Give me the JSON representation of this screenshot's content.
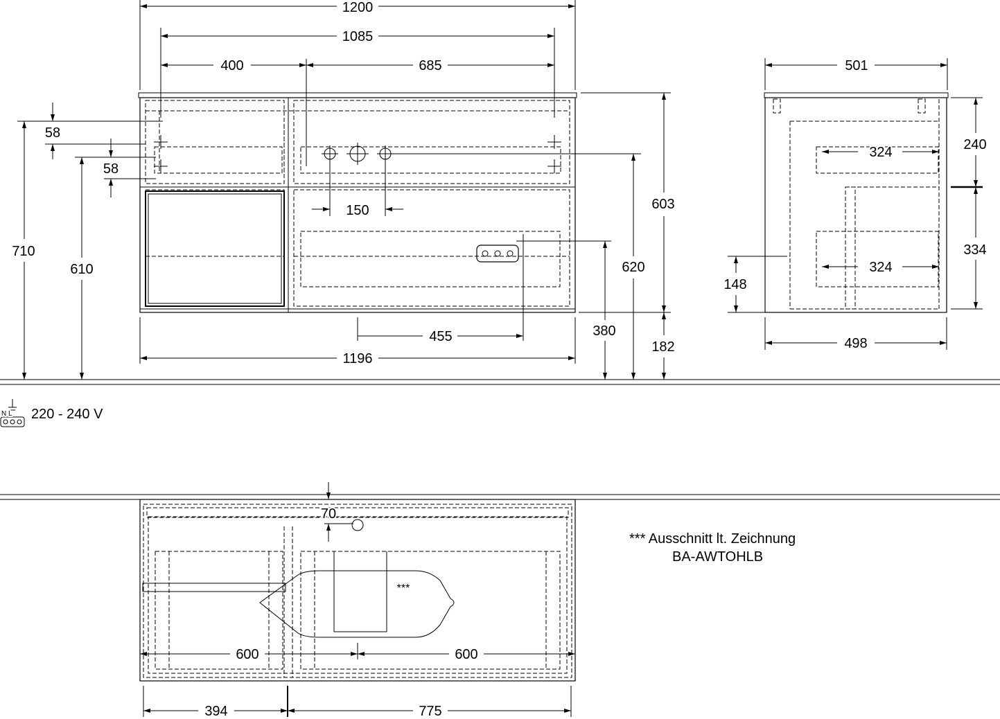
{
  "front_view": {
    "overall_width": "1200",
    "inner_width": "1085",
    "left_section": "400",
    "right_section": "685",
    "drawer_offset_top": "58",
    "drawer_offset_second": "58",
    "height_total": "710",
    "height_to_tap": "610",
    "tap_spacing": "150",
    "body_height": "603",
    "height_620": "620",
    "socket_offset": "455",
    "socket_height": "380",
    "plinth_height": "182",
    "bottom_width": "1196"
  },
  "side_view": {
    "top_depth": "501",
    "drawer_depth_upper": "324",
    "drawer_depth_lower": "324",
    "upper_height": "240",
    "lower_height": "334",
    "opening_height": "148",
    "bottom_depth": "498"
  },
  "electrical": {
    "voltage": "220 - 240 V",
    "terminal_labels": "N L"
  },
  "plan_view": {
    "depth_offset": "70",
    "left_half": "600",
    "right_half": "600",
    "left_width": "394",
    "right_width": "775",
    "cutout_marker": "***"
  },
  "note": {
    "line1": "*** Ausschnitt lt. Zeichnung",
    "line2": "BA-AWTOHLB"
  }
}
